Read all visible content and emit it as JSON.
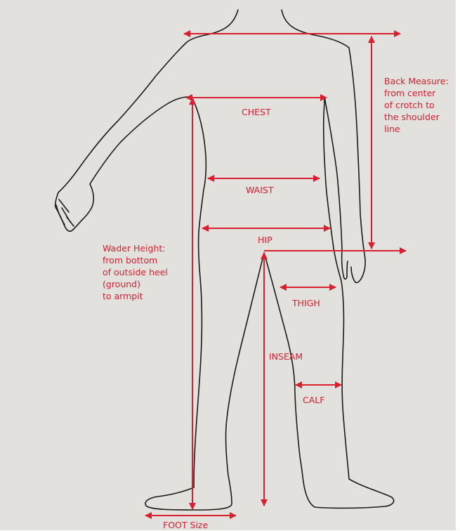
{
  "labels": {
    "chest": "CHEST",
    "waist": "WAIST",
    "hip": "HIP",
    "thigh": "THIGH",
    "inseam": "INSEAM",
    "calf": "CALF",
    "foot": "FOOT Size",
    "back_measure": "Back Measure:\nfrom center\nof crotch to\nthe shoulder\nline",
    "wader_height": "Wader Height:\nfrom bottom\nof outside heel\n(ground)\nto armpit"
  },
  "colors": {
    "background": "#e3e1dd",
    "outline": "#1a1a1a",
    "accent": "#d8202f"
  }
}
